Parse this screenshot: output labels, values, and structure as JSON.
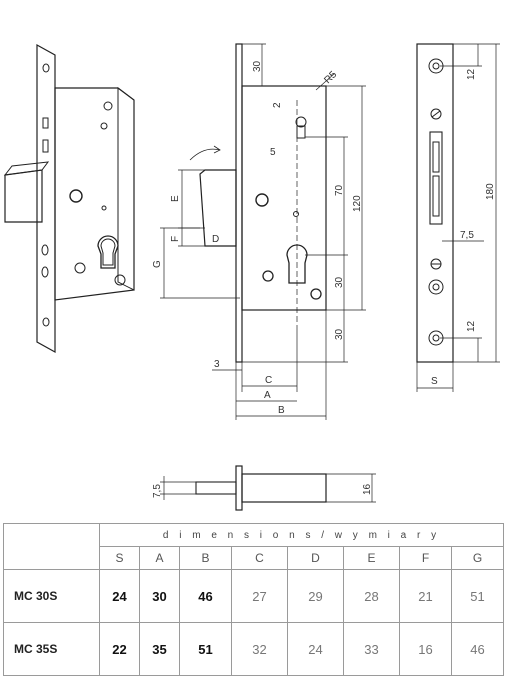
{
  "drawing_labels": {
    "top_30": "30",
    "r5": "R5",
    "dim_2": "2",
    "dim_5": "5",
    "dim_70": "70",
    "dim_120": "120",
    "dim_30_mid": "30",
    "dim_30_low": "30",
    "label_E": "E",
    "label_F": "F",
    "label_D": "D",
    "label_G": "G",
    "dim_3": "3",
    "label_C": "C",
    "label_A": "A",
    "label_B": "B",
    "front_12_top": "12",
    "front_180": "180",
    "front_7_5": "7,5",
    "front_12_bot": "12",
    "front_S": "S",
    "side_7_5": "7,5",
    "side_16": "16"
  },
  "table": {
    "title": "d i m e n s i o n s / w y m i a r y",
    "columns": [
      "S",
      "A",
      "B",
      "C",
      "D",
      "E",
      "F",
      "G"
    ],
    "rows": [
      {
        "model": "MC 30S",
        "S": "24",
        "A": "30",
        "B": "46",
        "C": "27",
        "D": "29",
        "E": "28",
        "F": "21",
        "G": "51"
      },
      {
        "model": "MC 35S",
        "S": "22",
        "A": "35",
        "B": "51",
        "C": "32",
        "D": "24",
        "E": "33",
        "F": "16",
        "G": "46"
      }
    ]
  }
}
